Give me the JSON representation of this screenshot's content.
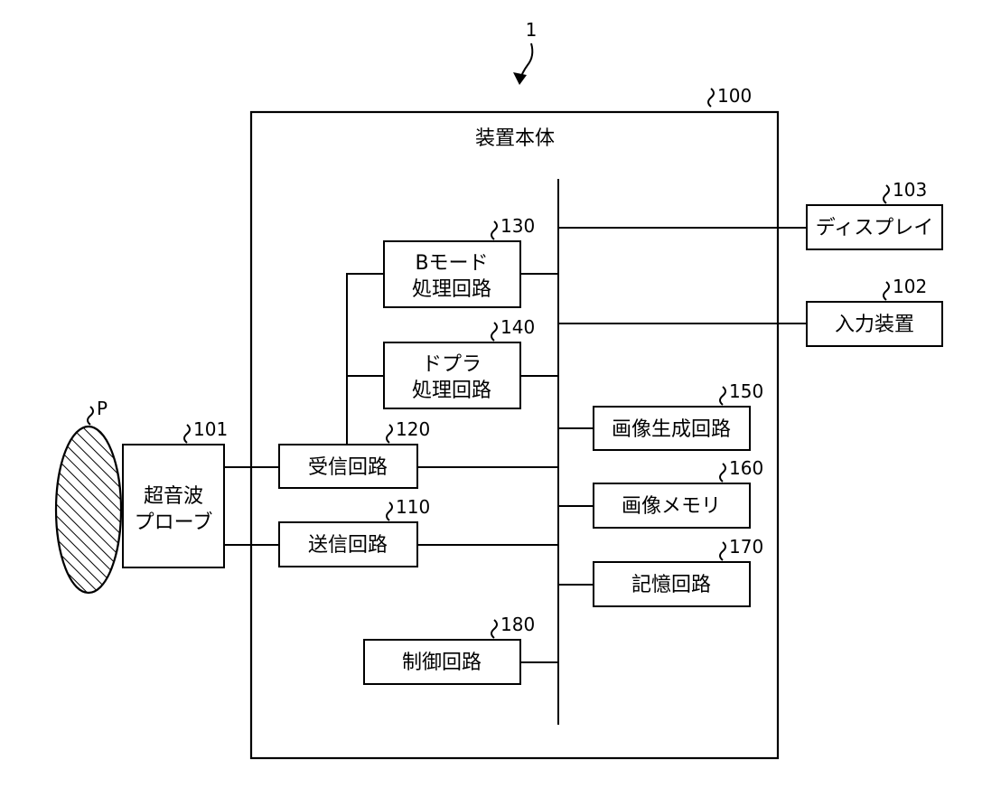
{
  "system_ref": "1",
  "body": {
    "title": "装置本体",
    "ref": "100"
  },
  "subject": {
    "label": "P"
  },
  "probe": {
    "line1": "超音波",
    "line2": "プローブ",
    "ref": "101"
  },
  "display": {
    "label": "ディスプレイ",
    "ref": "103"
  },
  "input_device": {
    "label": "入力装置",
    "ref": "102"
  },
  "b_mode": {
    "line1": "Bモード",
    "line2": "処理回路",
    "ref": "130"
  },
  "doppler": {
    "line1": "ドプラ",
    "line2": "処理回路",
    "ref": "140"
  },
  "image_generation": {
    "label": "画像生成回路",
    "ref": "150"
  },
  "receiver": {
    "label": "受信回路",
    "ref": "120"
  },
  "image_memory": {
    "label": "画像メモリ",
    "ref": "160"
  },
  "transmitter": {
    "label": "送信回路",
    "ref": "110"
  },
  "storage": {
    "label": "記憶回路",
    "ref": "170"
  },
  "control": {
    "label": "制御回路",
    "ref": "180"
  }
}
